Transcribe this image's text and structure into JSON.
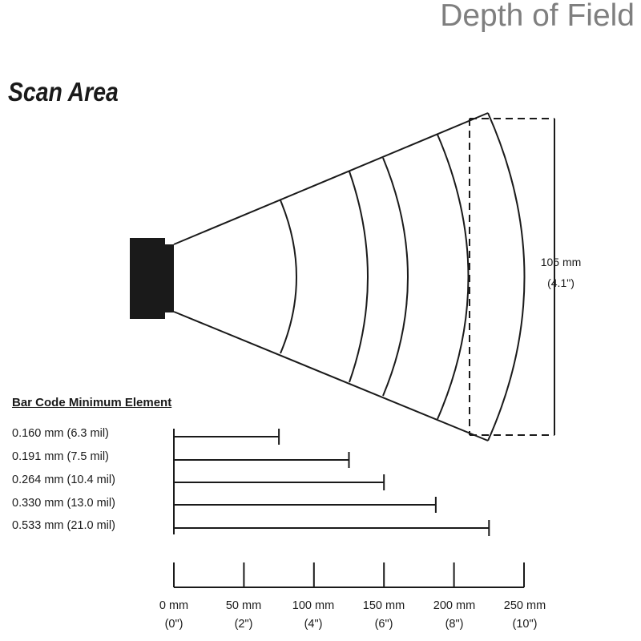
{
  "title": "Depth of Field",
  "scan_area": {
    "title": "Scan Area",
    "width_label_mm": "105 mm",
    "width_label_in": "(4.1\")"
  },
  "legend": {
    "heading": "Bar Code Minimum Element",
    "rows": [
      {
        "label": "0.160 mm (6.3 mil)",
        "range_mm": 75
      },
      {
        "label": "0.191 mm (7.5 mil)",
        "range_mm": 125
      },
      {
        "label": "0.264 mm (10.4 mil)",
        "range_mm": 150
      },
      {
        "label": "0.330 mm (13.0 mil)",
        "range_mm": 187
      },
      {
        "label": "0.533 mm (21.0 mil)",
        "range_mm": 225
      }
    ]
  },
  "axis": {
    "ticks": [
      {
        "mm": "0 mm",
        "in": "(0\")",
        "value": 0
      },
      {
        "mm": "50 mm",
        "in": "(2\")",
        "value": 50
      },
      {
        "mm": "100 mm",
        "in": "(4\")",
        "value": 100
      },
      {
        "mm": "150 mm",
        "in": "(6\")",
        "value": 150
      },
      {
        "mm": "200 mm",
        "in": "(8\")",
        "value": 200
      },
      {
        "mm": "250 mm",
        "in": "(10\")",
        "value": 250
      }
    ]
  },
  "colors": {
    "line": "#1a1a1a",
    "title": "#7f7f7f"
  }
}
